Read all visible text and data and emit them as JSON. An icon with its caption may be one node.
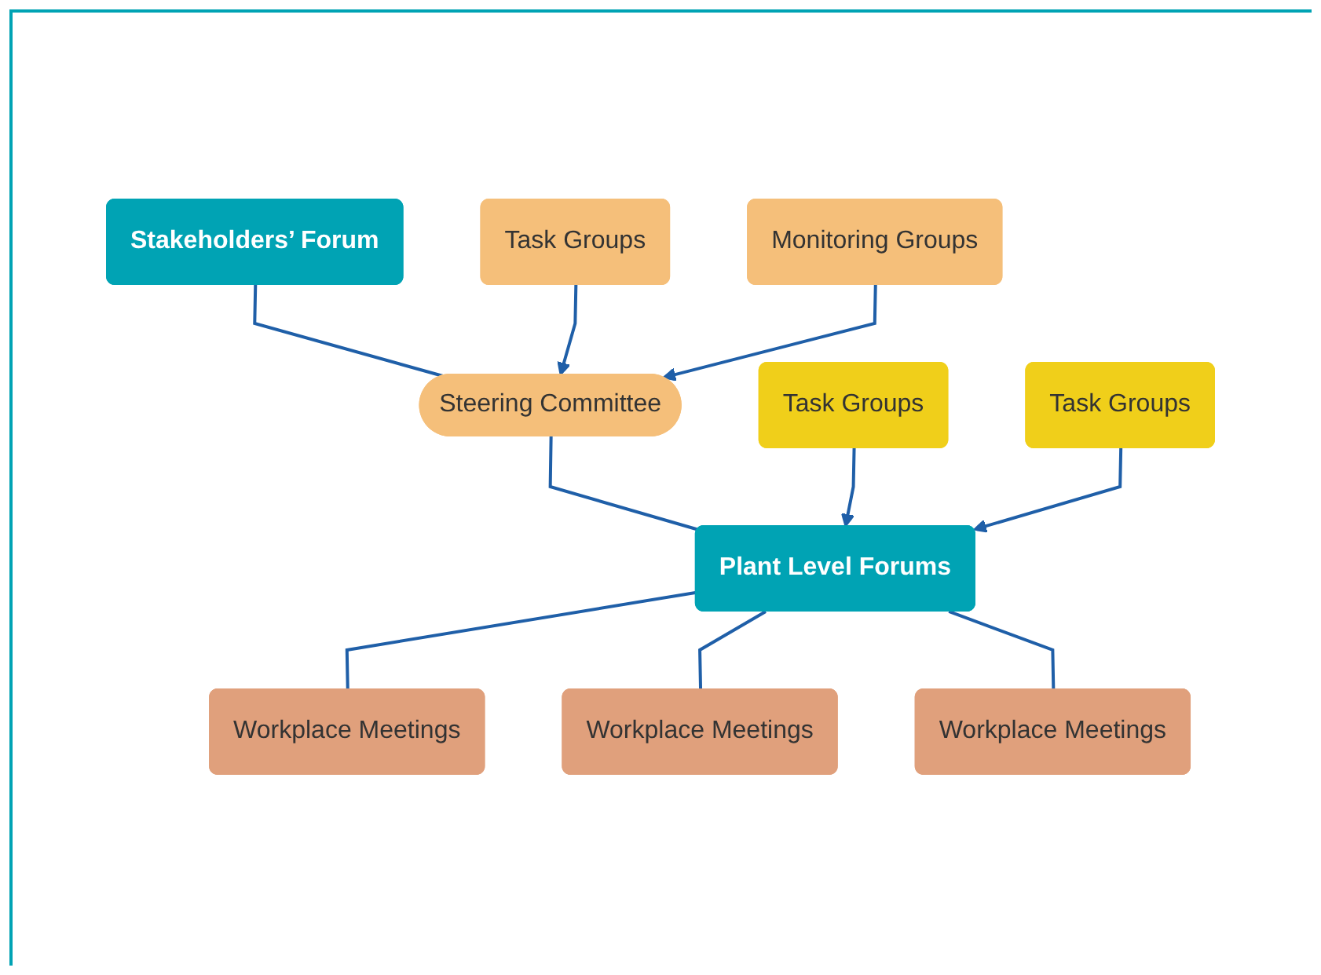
{
  "diagram": {
    "nodes": [
      {
        "text": [
          "Stakeholders’ Forum"
        ]
      },
      {
        "text": [
          "Task Groups"
        ]
      },
      {
        "text": [
          "Steering Committee"
        ]
      },
      {
        "text": [
          "Monitoring Groups"
        ]
      },
      {
        "text": [
          "Task Groups"
        ]
      },
      {
        "text": [
          "Plant Level Forums"
        ]
      },
      {
        "text": [
          "Task Groups"
        ]
      },
      {
        "text": [
          "Workplace Meetings"
        ]
      },
      {
        "text": [
          "Workplace Meetings"
        ]
      },
      {
        "text": [
          "Workplace Meetings"
        ]
      }
    ],
    "edges": [
      {
        "from": 0,
        "to": 2,
        "arrow": "none"
      },
      {
        "from": 1,
        "to": 2,
        "arrow": "to"
      },
      {
        "from": 3,
        "to": 2,
        "arrow": "to"
      },
      {
        "from": 2,
        "to": 5,
        "arrow": "none"
      },
      {
        "from": 4,
        "to": 5,
        "arrow": "to"
      },
      {
        "from": 6,
        "to": 5,
        "arrow": "to"
      },
      {
        "from": 5,
        "to": 7,
        "arrow": "none"
      },
      {
        "from": 5,
        "to": 8,
        "arrow": "none"
      },
      {
        "from": 5,
        "to": 9,
        "arrow": "none"
      }
    ]
  }
}
